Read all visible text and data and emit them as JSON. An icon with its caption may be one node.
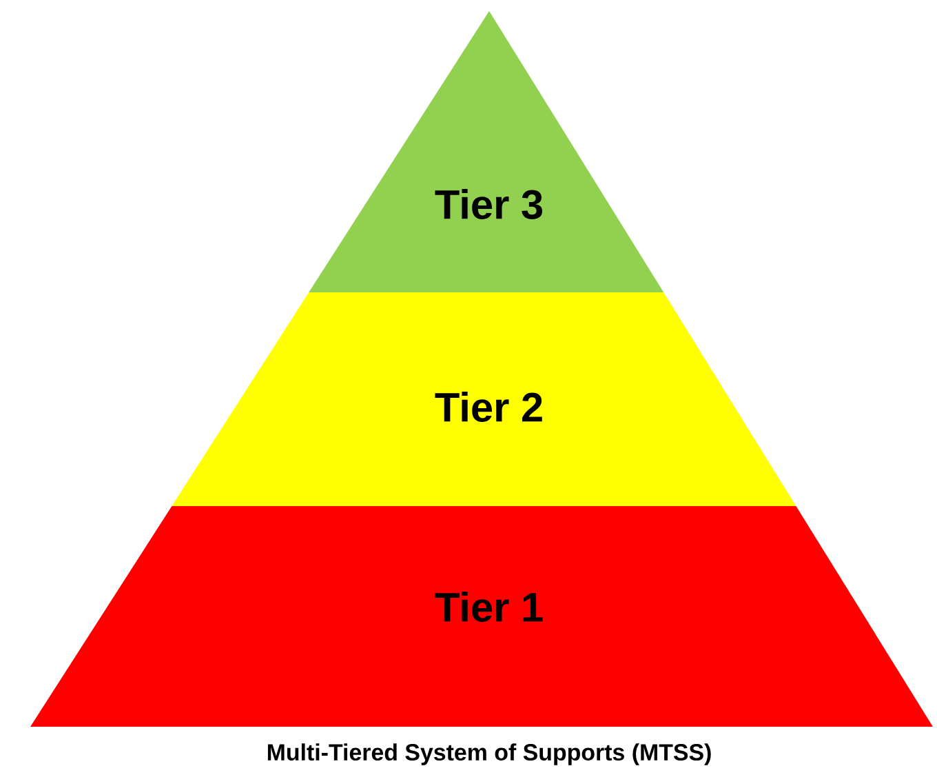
{
  "diagram": {
    "caption": "Multi-Tiered System of Supports (MTSS)",
    "nodes": [
      {
        "text": [
          "Tier 3"
        ]
      },
      {
        "text": [
          "Tier 2"
        ]
      },
      {
        "text": [
          "Tier 1"
        ]
      }
    ]
  }
}
